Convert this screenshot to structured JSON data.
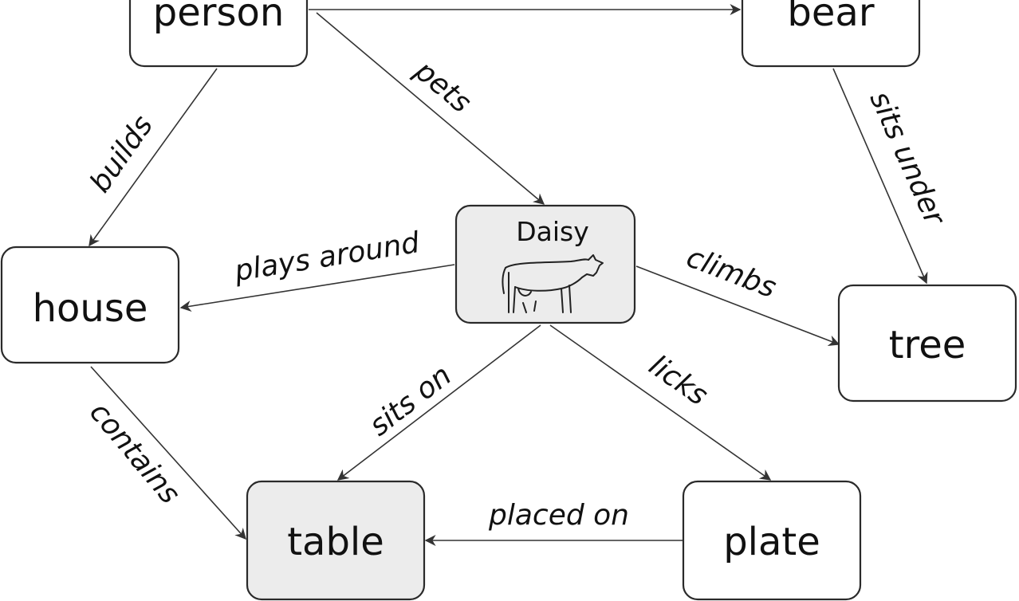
{
  "nodes": {
    "person": "person",
    "bear": "bear",
    "house": "house",
    "daisy": "Daisy",
    "tree": "tree",
    "table": "table",
    "plate": "plate"
  },
  "edges": {
    "person_bear": "",
    "person_house": "builds",
    "person_daisy": "pets",
    "bear_tree": "sits under",
    "daisy_house": "plays around",
    "daisy_tree": "climbs",
    "daisy_table": "sits on",
    "daisy_plate": "licks",
    "house_table": "contains",
    "plate_table": "placed on"
  },
  "icons": {
    "daisy_icon": "cow-icon"
  }
}
